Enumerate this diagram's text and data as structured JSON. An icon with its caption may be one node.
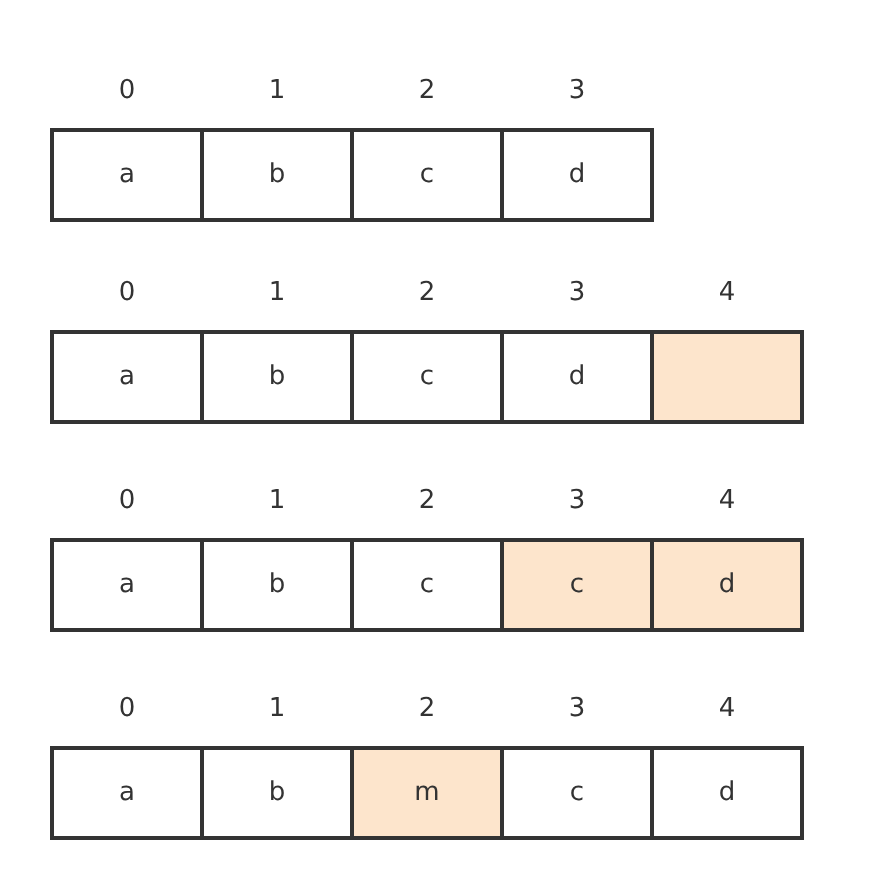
{
  "diagram": {
    "nodes": [
      {
        "text": [
          "a"
        ]
      },
      {
        "text": [
          "b"
        ]
      },
      {
        "text": [
          "c"
        ]
      },
      {
        "text": [
          "d"
        ]
      },
      {
        "text": [
          "a"
        ]
      },
      {
        "text": [
          "b"
        ]
      },
      {
        "text": [
          "c"
        ]
      },
      {
        "text": [
          "d"
        ]
      },
      {
        "text": [],
        "shape": "box"
      },
      {
        "text": [
          "a"
        ]
      },
      {
        "text": [
          "b"
        ]
      },
      {
        "text": [
          "c"
        ]
      },
      {
        "text": [
          "c"
        ]
      },
      {
        "text": [
          "d"
        ]
      },
      {
        "text": [
          "a"
        ]
      },
      {
        "text": [
          "b"
        ]
      },
      {
        "text": [
          "m"
        ]
      },
      {
        "text": [
          "c"
        ]
      },
      {
        "text": [
          "d"
        ]
      }
    ],
    "labels": [
      "0",
      "1",
      "2",
      "3",
      "0",
      "1",
      "2",
      "3",
      "4",
      "0",
      "1",
      "2",
      "3",
      "4",
      "0",
      "1",
      "2",
      "3",
      "4"
    ]
  }
}
